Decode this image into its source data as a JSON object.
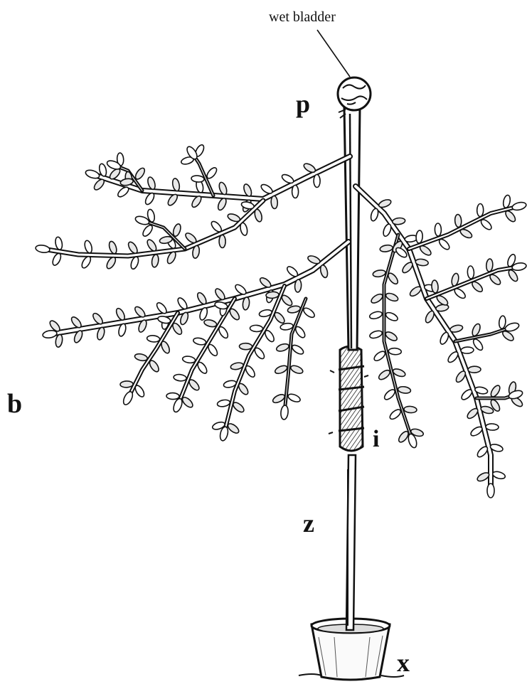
{
  "labels": {
    "wet_bladder": "wet bladder",
    "p": "p",
    "b": "b",
    "i": "i",
    "z": "z",
    "x": "x"
  },
  "colors": {
    "ink": "#111111",
    "paper": "#ffffff"
  }
}
